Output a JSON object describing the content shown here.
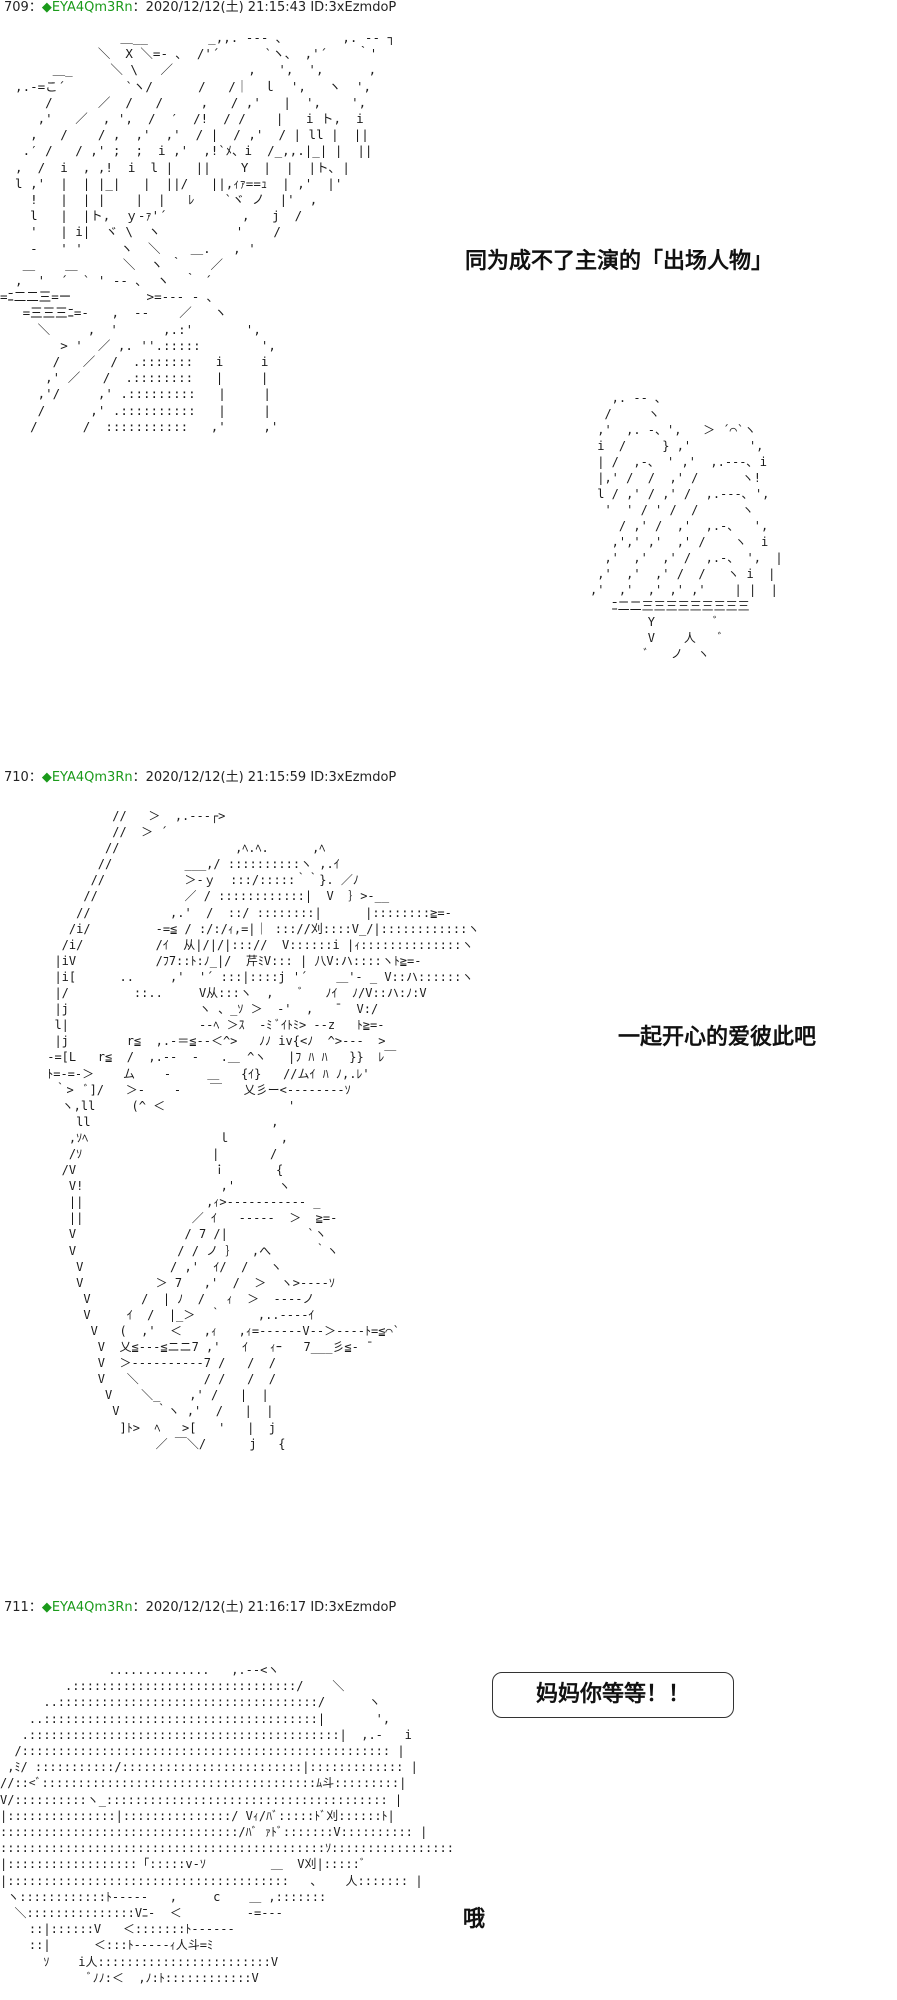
{
  "posts": [
    {
      "number": "709",
      "separator": "：",
      "diamond": "◆",
      "trip": "EYA4Qm3Rn",
      "meta": "：2020/12/12(土) 21:15:43 ID:3xEzmdoP",
      "caption": "同为成不了主演的「出场人物」",
      "art": "                ＿__        _,,. -‐- ､        ,. -‐ ┐\n             ＼  X ＼=- ､  /'´      `ヽ、 ,'´    ｀'\n       ＿_     ＼ \\   ／          ,   ',  ',      ,\n  ,.‐=こ´        `ヽ/      /   /｜  ｌ  ',   ヽ  ',\n      /      ／  /   /     ,   / ,'   |  ',    ',\n     ,'   ／  , ',  /  ′  /!  / /    |   i ト,  i\n    ,   /    / ,  ,'  ,'  / |  / ,'  / | ll |  ||\n   .′ /   / ,' ;  ;  i ,'  ,!`ﾒ、i  /_,,.|_| |  ||\n  ,  /  i  , ,!  i  l |   ||    Y  |  |  |ト､ |\n  l ,'  |  | |_|   |  ||/   ||,ｨｧ==ｭ  | ,'  |'\n    !   |  | |    |  |   ﾚ    `ヾ ノ  |'  ,\n    l   |  |ト,  ｙ-ｧ'´          ,   j  /\n    '   | i|  ヾ \\  ヽ          '    /\n    -   ' '     ヽ  ＼    ＿.   , '\n   ＿    ＿      ＼  ヽ ｀ 　 ／\n  ,  '  ´  ` ' ‐- ､  ヽ  ｀ ´\n=ﾆ二二三=ー          >=‐-‐ - ､\n   =三三三ﾆ=‐   ,  -‐    ／   ヽ\n     ＼     ,  '      ,.:'       ',\n        > '  ／ ,. ''.:::::        ',\n       /   ／  /  .:::::::   i     i\n      ,' ／   /  .::::::::   |     |\n     ,'/     ,' .:::::::::   |     |\n     /      ,' .::::::::::   |     |\n    /      /  :::::::::::   ,'     ,'",
      "art_right": "   ,. -‐ ､\n  /     ヽ\n ,'  ,. -、',   ＞ ´⌒`ヽ\n i  /     } ,'        ',\n | /  ,‐、 ' ,'  ,.-‐-､ i\n |,' /  /  ,' /      ヽ!\n l / ,' / ,' /  ,.-‐-､ ',\n  '  ' / ' /  /      ヽ\n    / ,' /  ,'  ,.-、  ',\n   ,',' ,'  ,' /    ヽ  i\n  ,'  ,'  ,' /  ,.-、 ',  |\n ,'  ,'  ,' /  /   ヽ i  |\n,'  ,'  ,' ,' ,'    | |  |\n   ﾆ二二三三三三三三三三三\n        Y        ﾞ\n        V    人   ﾞ\n        ﾞ   ノ  ヽ"
    },
    {
      "number": "710",
      "separator": "：",
      "diamond": "◆",
      "trip": "EYA4Qm3Rn",
      "meta": "：2020/12/12(土) 21:15:59 ID:3xEzmdoP",
      "caption": "一起开心的爱彼此吧",
      "art": "          //   ＞  ,.-‐‐┌>\n          //  ＞ ´\n         //                ,ﾍ.ﾍ.      ,ﾍ\n        //          ___,/ ::::::::::ヽ ,.ｲ\n       //           ＞-ｙ  :::/:::::｀｀}. ／ﾉ\n      //            ／ / ::::::::::::|  V  ｝>-__\n     //           ,.'  /  ::/ ::::::::|      |::::::::≧=-\n    /i/         -=≦ / :/:/ｨ,=|｜ ::://刈::::V_/|::::::::::::ヽ\n   /i/          /ｲ  从|/|/|::://  V::::::i |ｨ::::::::::::::ヽ\n  |iV           /ﾌ7::ﾄ:ﾉ_|/  芹ﾐV::: | 八V:ハ::::ヽﾄ≧=-\n  |i[      ..     ,'  '´ :::|::::j '´    ＿'- _ V::ハ::::::ヽ\n  |/         ::..     V从:::ヽ  ,    ﾞ   ﾉｲ  ﾉ/V::ハ:ﾉ:V\n  |j                  ヽ 、_ｿ ＞  ‐'  ,   ̄   V:/\n  l|                  ‐-ﾍ ＞ｽ  -ﾐ ﾞｲﾄﾐ> ‐‐z   ﾄ≧=-\n  |j        r≦  ,.-＝≦-‐＜^>   ﾉﾉ iv{<ﾉ  ^>‐-‐  >\n -=[L   r≦  /  ,.‐-  ‐   .＿ ^ヽ   |ﾌ ﾊ ﾊ   }}  ﾚ￣\n ﾄ=-=‐＞    ム    -     ＿   {ｲ}   //ムｲ ﾊ ﾉ,.ﾚ'\n  ｀>  ﾞ]/   ＞‐    -    ￣   乂彡ー<‐‐‐‐‐‐‐‐ｿ\n   ヽ,ll     (^ ＜                 '\n     ll                         ,\n    ,ｿﾍ                  ｌ       ,\n    /ｿ                  |       /\n   /V                   ｉ       {\n    V!                   ,'      ヽ\n    ||                 ,ｨ>‐-‐--‐‐‐‐-- _\n    ||               ／ ｲ   -‐‐‐‐  ＞  ≧=-\n    V               / 7 /|           `ヽ\n    V              / / ノ ｝  ,へ      ｀ヽ\n     V            / ,'  ｲ/  /   ヽ\n     V          ＞ 7   ,'  /  ＞  ヽ>‐‐‐‐ｿ\n      V       /  | ﾉ  /   ｨ  ＞  ‐‐-‐ノ\n      V     ｲ  /  |_＞  ｀     ,..-‐‐‐ｲ\n       V   (  ,'  ＜   ,ｨ   ,ｨ=‐‐‐‐‐‐V‐‐＞‐‐‐‐ﾄ=≦⌒`\n        V  乂≦‐‐‐≦ニニ7 ,'   ｲ   ｨｰ   7___彡≦‐ ̄\n        V  ＞‐‐‐‐‐‐‐‐‐‐7 /   /  /\n        V   ＼         / /   /  /\n         V    ＼_    ,' /   |  |\n          V     ｀ヽ ,'  /   |  |\n           ]ﾄ>  ﾍ   >[   '   |  j\n                ／ ￣＼/      j   {"
    },
    {
      "number": "711",
      "separator": "：",
      "diamond": "◆",
      "trip": "EYA4Qm3Rn",
      "meta": "：2020/12/12(土) 21:16:17 ID:3xEzmdoP",
      "bubble": "妈妈你等等！！",
      "caption": "哦",
      "art": "               ..............   ,.-‐<ヽ\n         .:::::::::::::::::::::::::::::::/    ＼\n      ..::::::::::::::::::::::::::::::::::::/      ヽ\n    ..::::::::::::::::::::::::::::::::::::::|       ',\n   .:::::::::::::::::::::::::::::::::::::::::::|  ,.-   i\n  /::::::::::::::::::::::::::::::::::::::::::::::::::: |\n ,ﾐ/ :::::::::::/:::::::::::::::::::::::::|::::::::::::: |\n//::<ﾞ::::::::::::::::::::::::::::::::::::::ﾑ斗:::::::::|\nV/::::::::::ヽ_::::::::::::::::::::::::::::::::::::::: |\n|:::::::::::::::|:::::::::::::::/ Vｨ/ﾊﾞ:::::ﾄﾞ刈::::::ﾄ|\n:::::::::::::::::::::::::::::::::/ﾊﾞ ｧﾄﾞ:::::::V:::::::::: |\n:::::::::::::::::::::::::::::::::::::::::::::ｿ:::::::::::::::::\n|::::::::::::::::::「:::::v-ｿ         ＿  V刈|:::::ﾞ\n|:::::::::::::::::::::::::::::::::::::::   ､    人::::::: |\n ヽ::::::::::::ﾄ‐‐‐‐-   ,     c    ＿ ,:::::::\n  ＼:::::::::::::::Vﾆ‐  ＜         ‐=‐‐‐\n    ::|::::::V   ＜:::::::ﾄ‐‐‐‐‐-\n    ::|      ＜:::ﾄ‐‐‐‐‐ｨ人斗=ﾐ\n      ｿ    i人::::::::::::::::::::::::V\n            ﾞﾉﾉ:＜  ,ﾉ:ﾄ::::::::::::V"
    }
  ],
  "colors": {
    "trip_green": "#1a9a1a",
    "text": "#111111",
    "art": "#1a1a1a",
    "background": "#ffffff"
  }
}
